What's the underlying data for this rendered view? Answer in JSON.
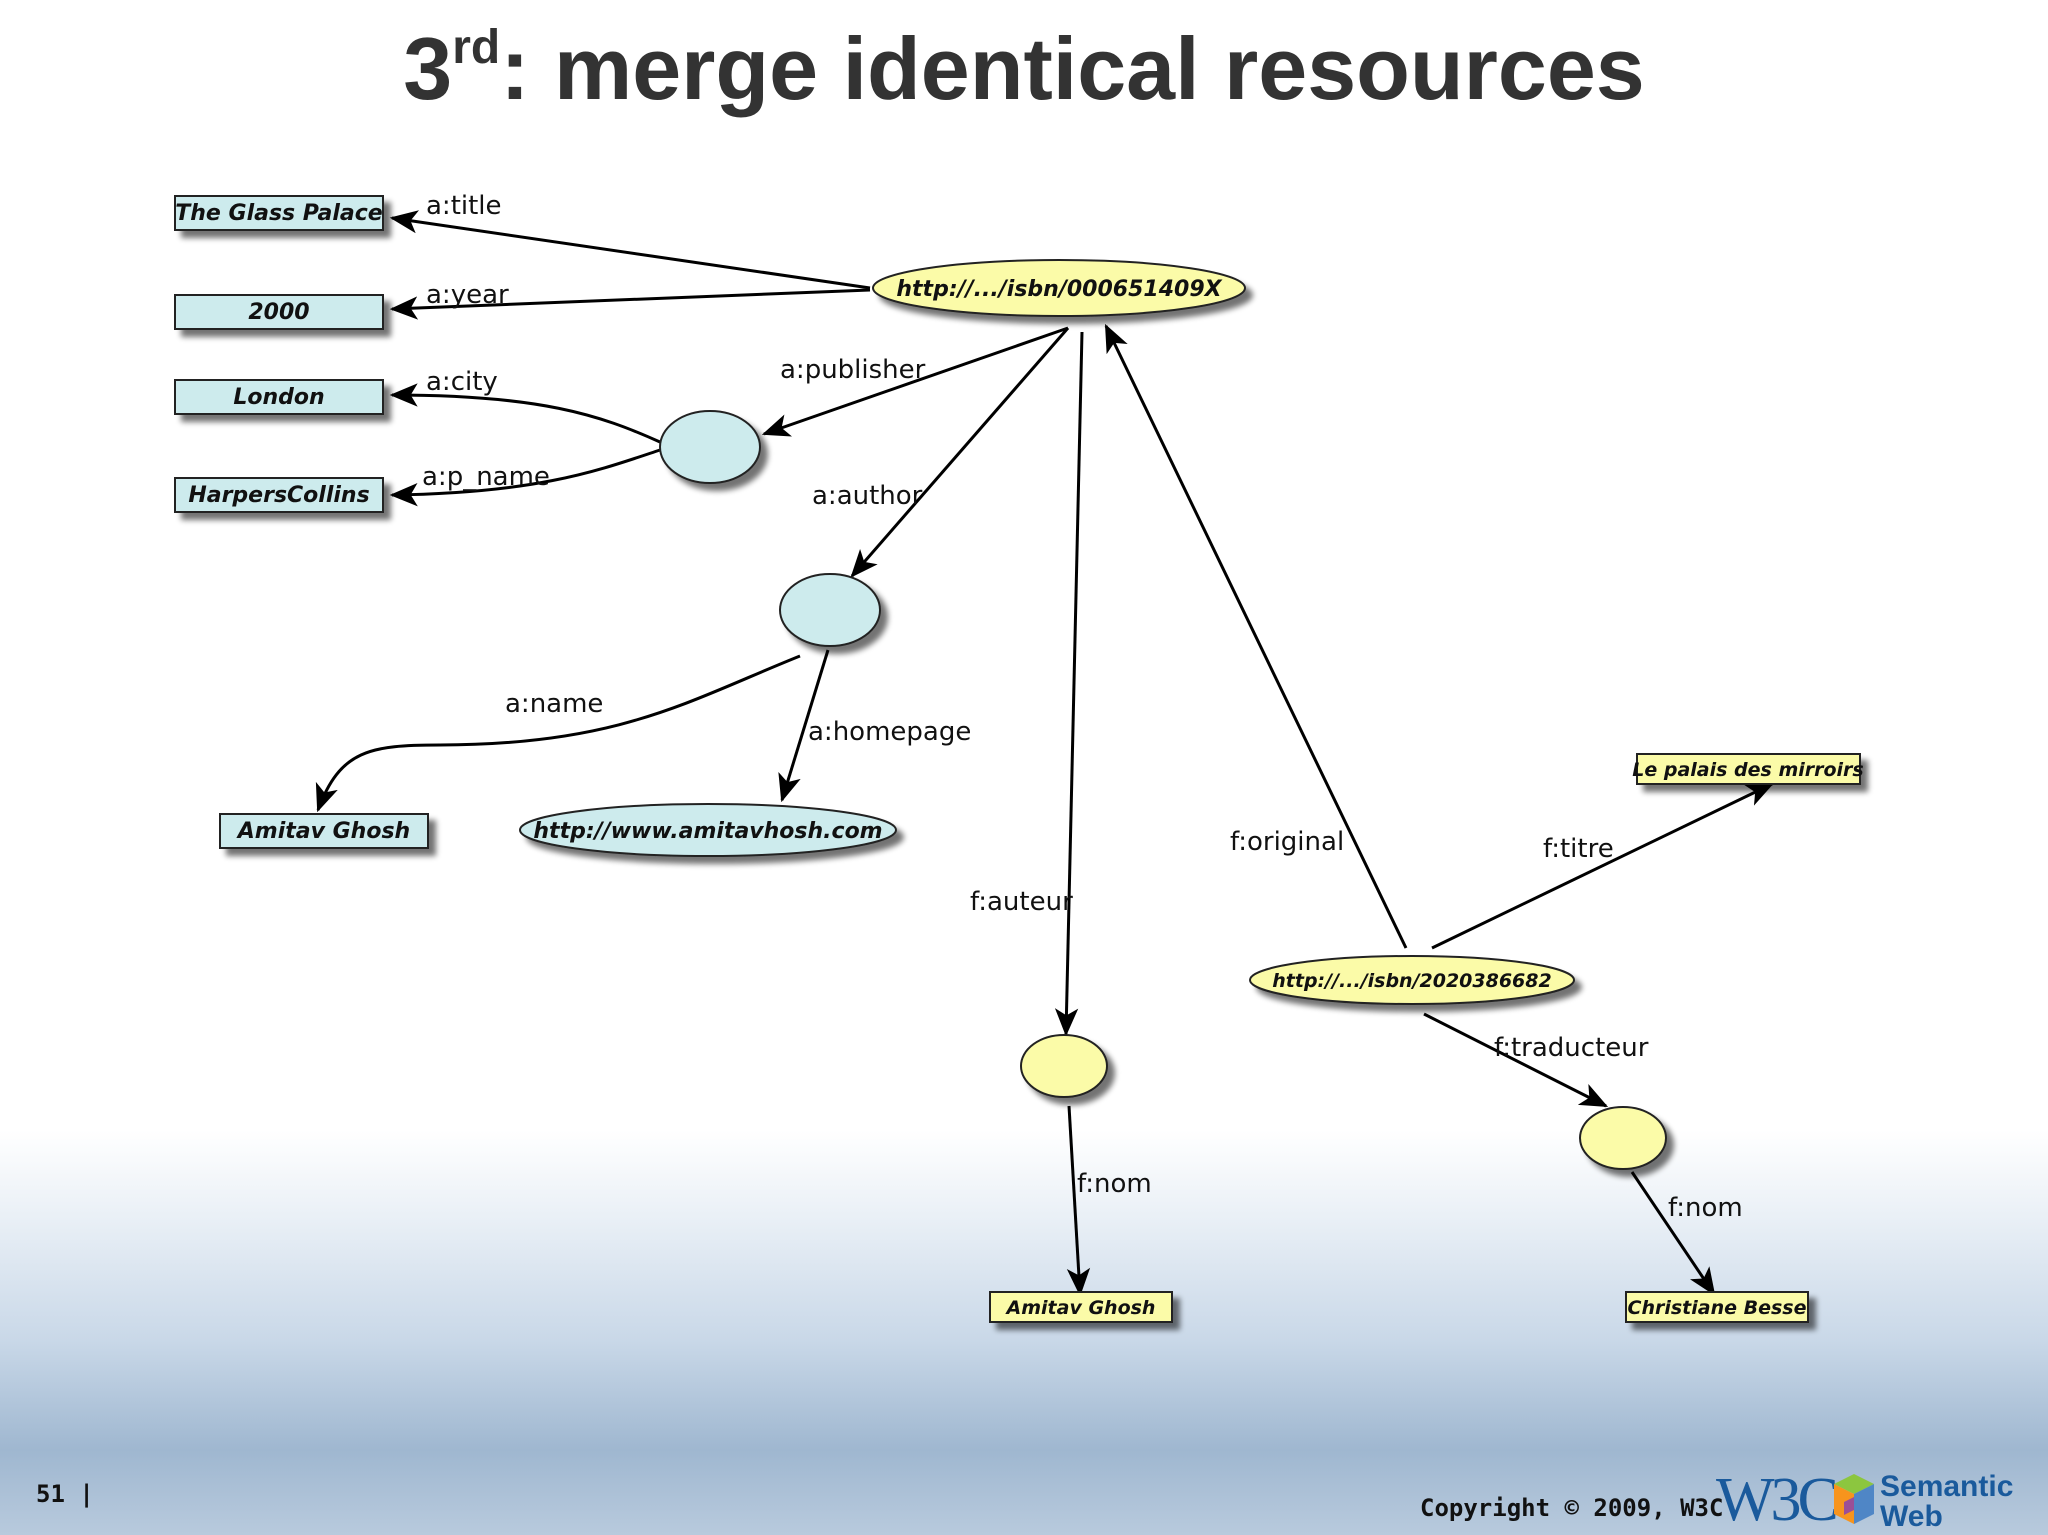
{
  "slide": {
    "title_main": "3",
    "title_sup": "rd",
    "title_rest": ": merge identical resources",
    "page_number": "51 |",
    "copyright": "Copyright © 2009, W3C",
    "logo_w3c": "W3C",
    "logo_semantic": "Semantic",
    "logo_web": "Web"
  },
  "colors": {
    "english_fill": "#cdebed",
    "french_fill": "#fbfba8",
    "title": "#333333"
  },
  "nodes": {
    "book_en_uri": "http://.../isbn/000651409X",
    "title_literal": "The Glass Palace",
    "year_literal": "2000",
    "city_literal": "London",
    "publisher_literal": "HarpersCollins",
    "author_name_literal": "Amitav Ghosh",
    "homepage_uri": "http://www.amitavhosh.com",
    "book_fr_uri": "http://.../isbn/2020386682",
    "titre_literal": "Le palais des mirroirs",
    "auteur_nom_literal": "Amitav Ghosh",
    "traducteur_nom_literal": "Christiane Besse"
  },
  "edges": {
    "title": "a:title",
    "year": "a:year",
    "publisher": "a:publisher",
    "city": "a:city",
    "p_name": "a:p_name",
    "author": "a:author",
    "name": "a:name",
    "homepage": "a:homepage",
    "auteur": "f:auteur",
    "original": "f:original",
    "titre": "f:titre",
    "traducteur": "f:traducteur",
    "nom_auteur": "f:nom",
    "nom_traducteur": "f:nom"
  }
}
